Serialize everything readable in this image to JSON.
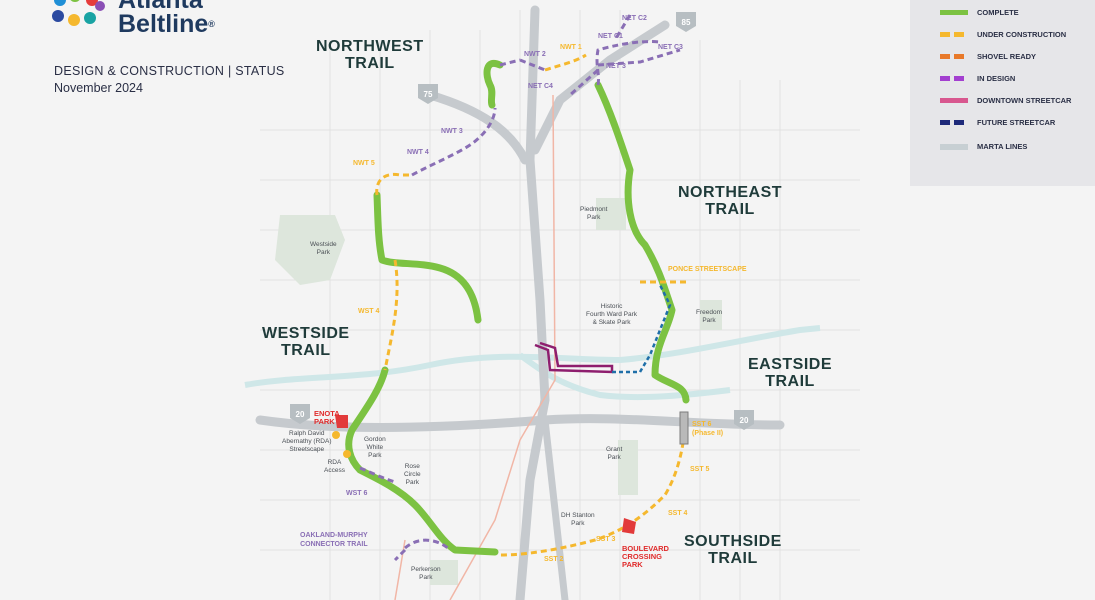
{
  "brand": {
    "name_line1": "Atlanta",
    "name_line2": "Beltline"
  },
  "header": {
    "subtitle": "DESIGN & CONSTRUCTION | STATUS",
    "date": "November 2024"
  },
  "legend": [
    {
      "label": "COMPLETE",
      "color": "#7cc242",
      "style": "solid"
    },
    {
      "label": "UNDER CONSTRUCTION",
      "color": "#f5b82e",
      "style": "dashed"
    },
    {
      "label": "SHOVEL READY",
      "color": "#e8792a",
      "style": "dashed"
    },
    {
      "label": "IN DESIGN",
      "color": "#a33fd0",
      "style": "dashed"
    },
    {
      "label": "DOWNTOWN STREETCAR",
      "color": "#d8578f",
      "style": "solid"
    },
    {
      "label": "FUTURE STREETCAR",
      "color": "#1e2a7a",
      "style": "dashed"
    },
    {
      "label": "MARTA LINES",
      "color": "#c7cfd3",
      "style": "solid"
    }
  ],
  "trails": {
    "northwest": {
      "line1": "NORTHWEST",
      "line2": "TRAIL"
    },
    "northeast": {
      "line1": "NORTHEAST",
      "line2": "TRAIL"
    },
    "westside": {
      "line1": "WESTSIDE",
      "line2": "TRAIL"
    },
    "eastside": {
      "line1": "EASTSIDE",
      "line2": "TRAIL"
    },
    "southside": {
      "line1": "SOUTHSIDE",
      "line2": "TRAIL"
    }
  },
  "segments": {
    "net_c2": "NET C2",
    "net_c1": "NET C1",
    "net_c3": "NET C3",
    "net_3": "NET 3",
    "net_c4": "NET C4",
    "nwt_1": "NWT 1",
    "nwt_2": "NWT 2",
    "nwt_3": "NWT 3",
    "nwt_4": "NWT 4",
    "nwt_5": "NWT 5",
    "wst_4": "WST 4",
    "wst_6": "WST 6",
    "sst_2": "SST 2",
    "sst_3": "SST 3",
    "sst_4": "SST 4",
    "sst_5": "SST 5",
    "sst_6_line1": "SST 6",
    "sst_6_line2": "(Phase II)",
    "ponce": "PONCE STREETSCAPE",
    "oakland_line1": "OAKLAND-MURPHY",
    "oakland_line2": "CONNECTOR TRAIL"
  },
  "parks": {
    "piedmont_1": "Piedmont",
    "piedmont_2": "Park",
    "westside_1": "Westside",
    "westside_2": "Park",
    "fourth_1": "Historic",
    "fourth_2": "Fourth Ward Park",
    "fourth_3": "& Skate Park",
    "freedom_1": "Freedom",
    "freedom_2": "Park",
    "rda_1": "Ralph David",
    "rda_2": "Abernathy (RDA)",
    "rda_3": "Streetscape",
    "gordon_1": "Gordon",
    "gordon_2": "White",
    "gordon_3": "Park",
    "rda_access_1": "RDA",
    "rda_access_2": "Access",
    "rose_1": "Rose",
    "rose_2": "Circle",
    "rose_3": "Park",
    "grant_1": "Grant",
    "grant_2": "Park",
    "dh_1": "DH Stanton",
    "dh_2": "Park",
    "perkerson_1": "Perkerson",
    "perkerson_2": "Park"
  },
  "highlights": {
    "enota_1": "ENOTA",
    "enota_2": "PARK",
    "boulevard_1": "BOULEVARD",
    "boulevard_2": "CROSSING",
    "boulevard_3": "PARK"
  },
  "highways": {
    "i75": "75",
    "i85": "85",
    "i20_west": "20",
    "i20_east": "20"
  },
  "colors": {
    "complete": "#7cc242",
    "construction": "#f5b82e",
    "design": "#8a6fb5",
    "streetcar": "#8e1e6e",
    "future_streetcar": "#1f6fa8",
    "marta": "#c9cdd0",
    "river": "#cfe7e8",
    "trail_text": "#1f3b3a"
  }
}
